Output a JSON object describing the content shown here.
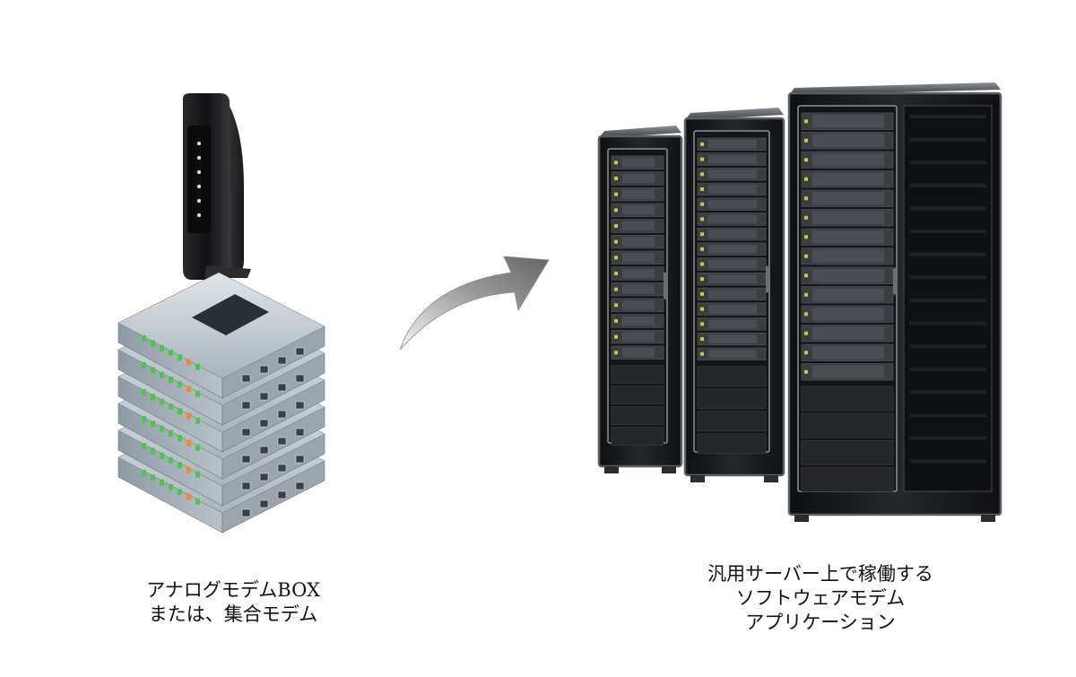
{
  "left_caption": {
    "line1": "アナログモデムBOX",
    "line2": "または、集合モデム"
  },
  "right_caption": {
    "line1": "汎用サーバー上で稼働する",
    "line2": "ソフトウェアモデム",
    "line3": "アプリケーション"
  },
  "icons": {
    "modem": "desktop-modem-icon",
    "stack": "stacked-modem-units-icon",
    "arrow": "curved-arrow-icon",
    "racks": "server-racks-icon"
  },
  "colors": {
    "rack_body": "#1c1d20",
    "rack_frame": "#5b5e63",
    "unit_face": "#a9b3bc",
    "arrow_light": "#f4f4f4",
    "arrow_dark": "#6f6f6f",
    "led_green": "#4cc64a",
    "led_orange": "#ee8a2a"
  }
}
